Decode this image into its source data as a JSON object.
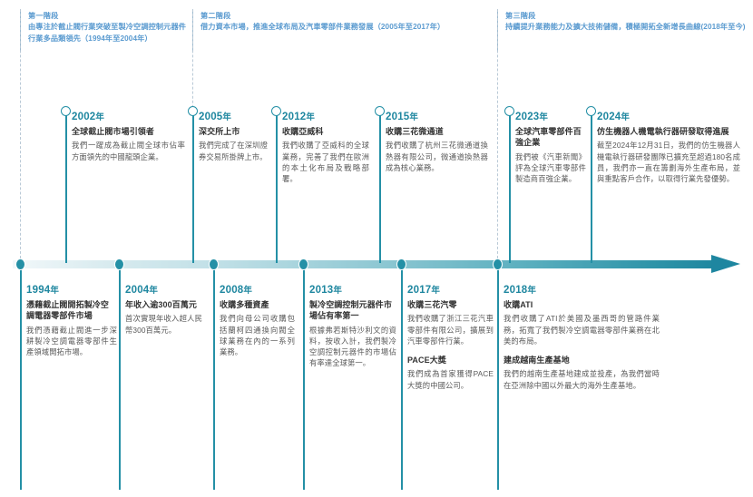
{
  "phases": [
    {
      "name": "phase-1",
      "title": "第一階段",
      "desc": "由專注於截止閥行業突破至製冷空調控制元器件行業多品類領先（1994年至2004年）"
    },
    {
      "name": "phase-2",
      "title": "第二階段",
      "desc": "借力資本市場，推進全球布局及汽車零部件業務發展（2005年至2017年）"
    },
    {
      "name": "phase-3",
      "title": "第三階段",
      "desc": "持續提升業務能力及擴大技術儲備，積極開拓全新增長曲線(2018年至今)"
    }
  ],
  "upper_events": [
    {
      "year": "2002",
      "year_suffix": "年",
      "subtitle": "全球截止閥市場引領者",
      "body": "我們一躍成為截止閥全球市佔率方面領先的中國龍頭企業。"
    },
    {
      "year": "2005",
      "year_suffix": "年",
      "subtitle": "深交所上市",
      "body": "我們完成了在深圳證券交易所掛牌上市。"
    },
    {
      "year": "2012",
      "year_suffix": "年",
      "subtitle": "收購亞威科",
      "body": "我們收購了亞威科的全球業務，完善了我們在歐洲的本土化布局及戰略部署。"
    },
    {
      "year": "2015",
      "year_suffix": "年",
      "subtitle": "收購三花微通道",
      "body": "我們收購了杭州三花微通道換熱器有限公司，微通道換熱器成為核心業務。"
    },
    {
      "year": "2023",
      "year_suffix": "年",
      "subtitle": "全球汽車零部件百強企業",
      "body": "我們被《汽車新聞》評為全球汽車零部件製造商百強企業。"
    },
    {
      "year": "2024",
      "year_suffix": "年",
      "subtitle": "仿生機器人機電執行器研發取得進展",
      "body": "截至2024年12月31日，我們的仿生機器人機電執行器研發團隊已擴充至超過180名成員，我們亦一直在籌劃海外生產布局，並與重點客戶合作，以取得行業先發優勢。"
    }
  ],
  "lower_events": [
    {
      "year": "1994",
      "year_suffix": "年",
      "sections": [
        {
          "subtitle": "憑藉截止閥開拓製冷空調電器零部件市場",
          "body": "我們憑藉截止閥進一步深耕製冷空調電器零部件生產領域開拓市場。"
        }
      ]
    },
    {
      "year": "2004",
      "year_suffix": "年",
      "sections": [
        {
          "subtitle": "年收入逾300百萬元",
          "body": "首次實現年收入超人民幣300百萬元。"
        }
      ]
    },
    {
      "year": "2008",
      "year_suffix": "年",
      "sections": [
        {
          "subtitle": "收購多種資產",
          "body": "我們向母公司收購包括蘭柯四通換向閥全球業務在內的一系列業務。"
        }
      ]
    },
    {
      "year": "2013",
      "year_suffix": "年",
      "sections": [
        {
          "subtitle": "製冷空調控制元器件市場佔有率第一",
          "body": "根據弗若斯特沙利文的資料，按收入計，我們製冷空調控制元器件的市場佔有率達全球第一。"
        }
      ]
    },
    {
      "year": "2017",
      "year_suffix": "年",
      "sections": [
        {
          "subtitle": "收購三花汽零",
          "body": "我們收購了浙江三花汽車零部件有限公司，擴展到汽車零部件行業。"
        },
        {
          "subtitle": "PACE大獎",
          "body": "我們成為首家獲得PACE大獎的中國公司。"
        }
      ]
    },
    {
      "year": "2018",
      "year_suffix": "年",
      "sections": [
        {
          "subtitle": "收購ATI",
          "body": "我們收購了ATI於美國及墨西哥的管路件業務，拓寬了我們製冷空調電器零部件業務在北美的布局。"
        },
        {
          "subtitle": "建成越南生產基地",
          "body": "我們的越南生產基地建成並投產，為我們當時在亞洲除中國以外最大的海外生產基地。"
        }
      ]
    }
  ],
  "colors": {
    "accent_teal": "#1f87a0",
    "node_teal": "#2490a6",
    "phase_blue": "#5b9bd0",
    "subtitle_dark": "#333333",
    "body_gray": "#595959"
  }
}
